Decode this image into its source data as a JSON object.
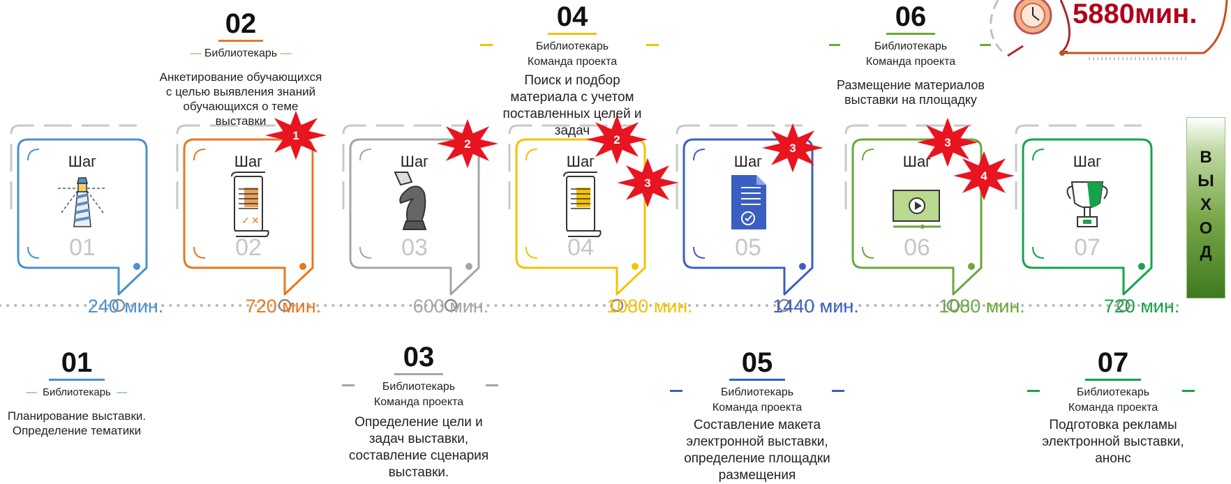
{
  "total_time": "5880мин.",
  "exit_letters": [
    "В",
    "Ы",
    "Х",
    "О",
    "Д"
  ],
  "colors": {
    "s1": "#4a90d0",
    "s2": "#e87722",
    "s3": "#a5a5a5",
    "s4": "#f5c200",
    "s5": "#3a5fc2",
    "s6": "#6aa83a",
    "s7": "#16a34a",
    "burst": "#e8141f",
    "total": "#b0001c"
  },
  "steps": [
    {
      "label": "Шаг",
      "num": "01",
      "big_number": "01",
      "duration": "240 мин.",
      "roles": [
        "Библиотекарь"
      ],
      "description": [
        "Планирование выставки.",
        "Определение тематики"
      ],
      "icon": "lighthouse-icon"
    },
    {
      "label": "Шаг",
      "num": "02",
      "big_number": "02",
      "duration": "720 мин.",
      "roles": [
        "Библиотекарь"
      ],
      "description": [
        "Анкетирование обучающихся",
        "с целью выявления знаний",
        "обучающихся о теме",
        "выставки"
      ],
      "icon": "document-icon"
    },
    {
      "label": "Шаг",
      "num": "03",
      "big_number": "03",
      "duration": "600 мин.",
      "roles": [
        "Библиотекарь",
        "Команда проекта"
      ],
      "description": [
        "Определение цели и",
        "задач выставки,",
        "составление сценария",
        "выставки."
      ],
      "icon": "chess-knight-icon"
    },
    {
      "label": "Шаг",
      "num": "04",
      "big_number": "04",
      "duration": "1080 мин.",
      "roles": [
        "Библиотекарь",
        "Команда проекта"
      ],
      "description": [
        "Поиск и подбор",
        "материала с учетом",
        "поставленных целей и",
        "задач"
      ],
      "icon": "scroll-icon"
    },
    {
      "label": "Шаг",
      "num": "05",
      "big_number": "05",
      "duration": "1440 мин.",
      "roles": [
        "Библиотекарь",
        "Команда проекта"
      ],
      "description": [
        "Составление макета",
        "электронной выставки,",
        "определение  площадки",
        "размещения"
      ],
      "icon": "file-check-icon"
    },
    {
      "label": "Шаг",
      "num": "06",
      "big_number": "06",
      "duration": "1080 мин.",
      "roles": [
        "Библиотекарь",
        "Команда проекта"
      ],
      "description": [
        "Размещение материалов",
        "выставки на площадку"
      ],
      "icon": "video-player-icon"
    },
    {
      "label": "Шаг",
      "num": "07",
      "big_number": "07",
      "duration": "720 мин.",
      "roles": [
        "Библиотекарь",
        "Команда проекта"
      ],
      "description": [
        "Подготовка рекламы",
        "электронной выставки,",
        "анонс"
      ],
      "icon": "trophy-icon"
    }
  ],
  "bursts": [
    "1",
    "2",
    "2",
    "3",
    "3",
    "3",
    "4"
  ]
}
